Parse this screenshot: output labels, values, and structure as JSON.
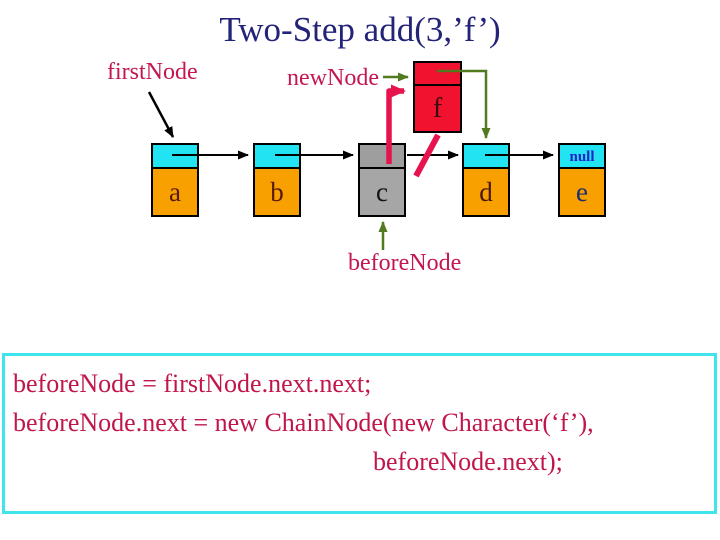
{
  "title": "Two-Step add(3,’f’)",
  "labels": {
    "first_node": "firstNode",
    "new_node": "newNode",
    "before_node": "beforeNode"
  },
  "chain": {
    "nodes": [
      {
        "label": "a",
        "pointer": ""
      },
      {
        "label": "b",
        "pointer": ""
      },
      {
        "label": "c",
        "pointer": ""
      },
      {
        "label": "d",
        "pointer": ""
      },
      {
        "label": "e",
        "pointer": "null"
      }
    ]
  },
  "new_node": {
    "label": "f"
  },
  "code_box": {
    "lines": [
      "beforeNode = firstNode.next.next;",
      "beforeNode.next = new ChainNode(new Character(‘f’),",
      "beforeNode.next);"
    ]
  },
  "colors": {
    "title_navy": "#232378",
    "label_crimson": "#C31652",
    "code_crimson": "#C1164B",
    "pointer_cyan": "#22E3F2",
    "data_orange": "#F7A000",
    "marked_gray": "#A6A6A6",
    "new_node_red": "#F0122F",
    "arrow_green": "#527A1E",
    "arrow_crimson": "#E6134E",
    "null_blue": "#2222C8",
    "code_border_cyan": "#40E4EC"
  }
}
